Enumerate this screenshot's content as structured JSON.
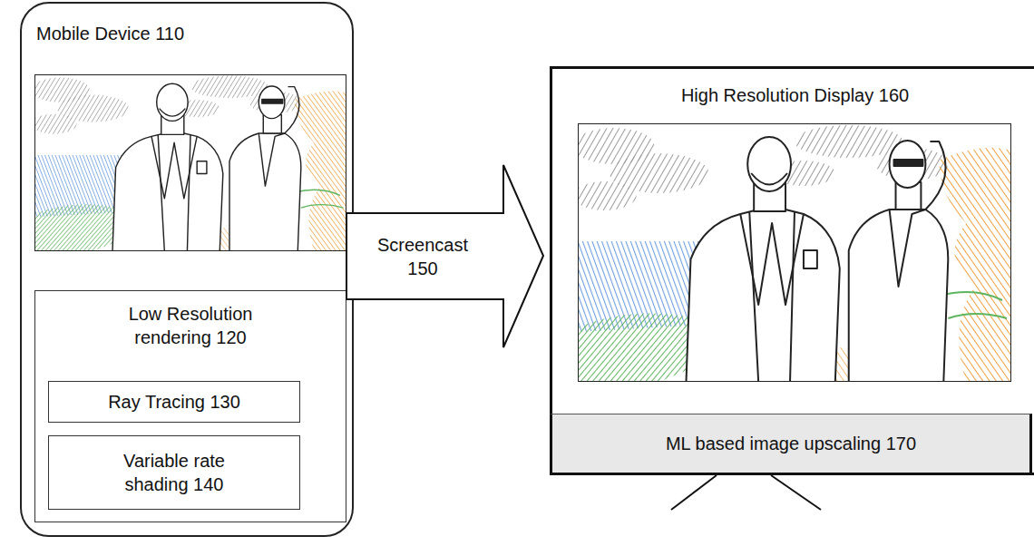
{
  "diagram": {
    "nodes": [
      {
        "text": [
          "Mobile Device 110"
        ]
      },
      {
        "text": [
          "Low Resolution rendering 120"
        ],
        "in": 0
      },
      {
        "text": [
          "Ray Tracing 130"
        ],
        "in": 1
      },
      {
        "text": [
          "Variable rate shading 140"
        ],
        "in": 1
      },
      {
        "text": [
          "Screencast 150"
        ]
      },
      {
        "text": [
          "High Resolution Display 160"
        ]
      },
      {
        "text": [
          "ML based image upscaling 170"
        ],
        "in": 5
      }
    ]
  }
}
